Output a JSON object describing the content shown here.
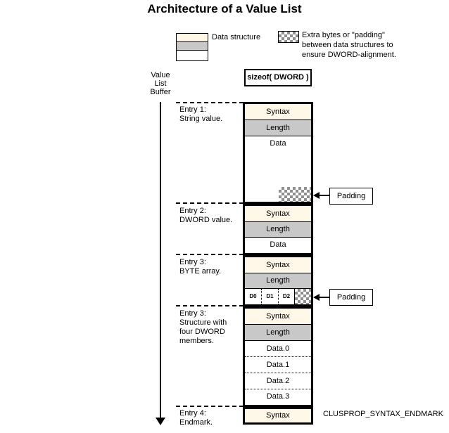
{
  "title": "Architecture of a Value List",
  "legend": {
    "data_structure_label": "Data structure",
    "padding_note": "Extra bytes or \"padding\"\nbetween data structures to\nensure DWORD-alignment."
  },
  "buffer_label": "Value\nList\nBuffer",
  "sizeof_label": "sizeof( DWORD )",
  "padding_callouts": [
    "Padding",
    "Padding"
  ],
  "endmark_note": "CLUSPROP_SYNTAX_ENDMARK",
  "entries": [
    {
      "label": "Entry 1:\nString value.",
      "syntax": "Syntax",
      "length": "Length",
      "data": "Data"
    },
    {
      "label": "Entry 2:\nDWORD value.",
      "syntax": "Syntax",
      "length": "Length",
      "data": "Data"
    },
    {
      "label": "Entry 3:\nBYTE array.",
      "syntax": "Syntax",
      "length": "Length",
      "bytes": [
        "D0",
        "D1",
        "D2"
      ]
    },
    {
      "label": "Entry 3:\nStructure with\nfour DWORD\nmembers.",
      "syntax": "Syntax",
      "length": "Length",
      "data_rows": [
        "Data.0",
        "Data.1",
        "Data.2",
        "Data.3"
      ]
    },
    {
      "label": "Entry 4:\nEndmark.",
      "syntax": "Syntax"
    }
  ],
  "colors": {
    "syntax_bg": "#FFF8E8",
    "length_bg": "#C8C8C8",
    "checker_gray": "#8F8F8F",
    "border": "#000000"
  }
}
